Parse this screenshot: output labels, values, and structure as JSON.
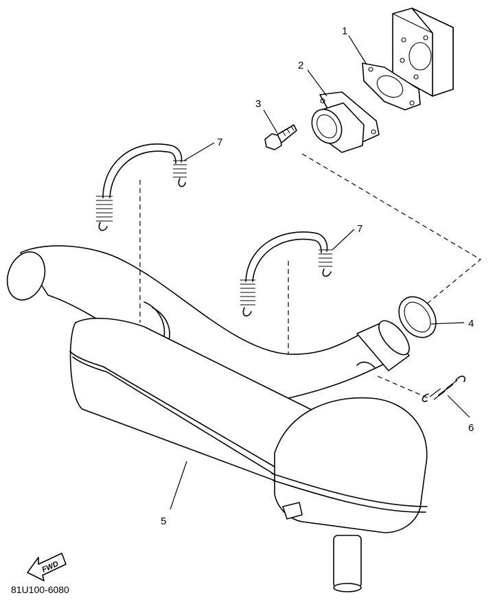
{
  "parts": [
    {
      "number": "1",
      "icon": "gasket-icon"
    },
    {
      "number": "2",
      "icon": "exhaust-joint-icon"
    },
    {
      "number": "3",
      "icon": "bolt-icon"
    },
    {
      "number": "4",
      "icon": "ring-gasket-icon"
    },
    {
      "number": "5",
      "icon": "muffler-icon"
    },
    {
      "number": "6",
      "icon": "spring-icon"
    },
    {
      "number": "7",
      "icon": "spring-icon"
    },
    {
      "number": "7",
      "icon": "spring-icon"
    }
  ],
  "direction_label": "FWD",
  "diagram_code": "81U100-6080"
}
